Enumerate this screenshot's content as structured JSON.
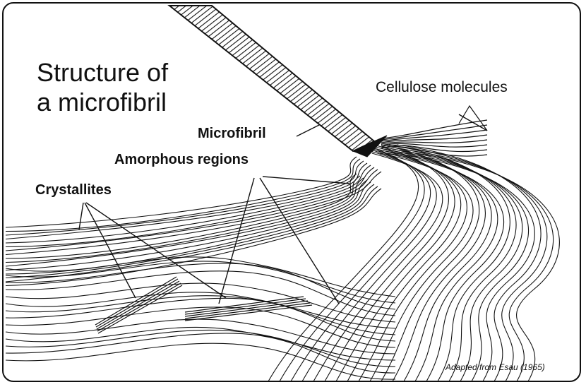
{
  "diagram": {
    "title_line1": "Structure of",
    "title_line2": "a microfibril",
    "labels": {
      "cellulose": "Cellulose molecules",
      "microfibril": "Microfibril",
      "amorphous": "Amorphous regions",
      "crystallites": "Crystallites"
    },
    "credit": "Adapted from Esau (1965)"
  },
  "colors": {
    "ink": "#111111",
    "background": "#ffffff"
  }
}
